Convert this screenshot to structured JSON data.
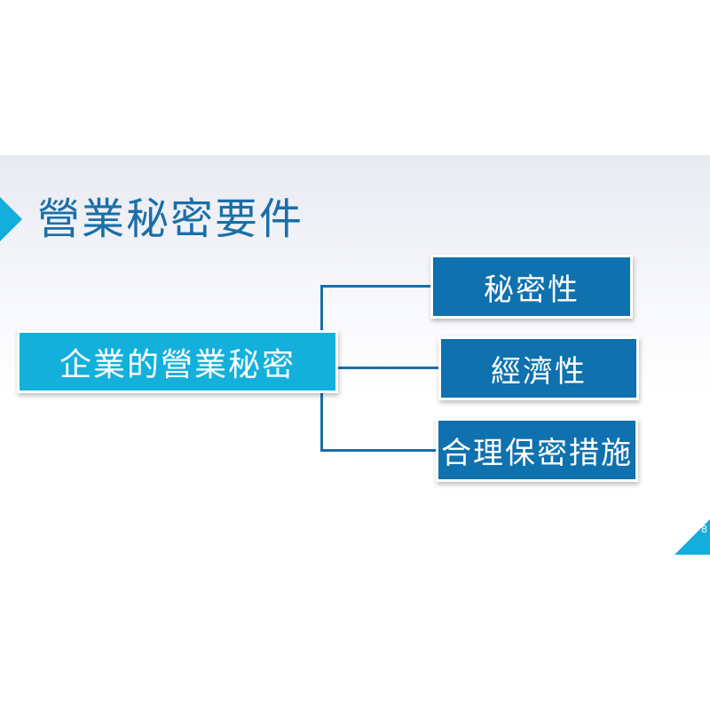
{
  "slide": {
    "title": "營業秘密要件",
    "root": "企業的營業秘密",
    "children": [
      "秘密性",
      "經濟性",
      "合理保密措施"
    ],
    "page_number": "8"
  }
}
